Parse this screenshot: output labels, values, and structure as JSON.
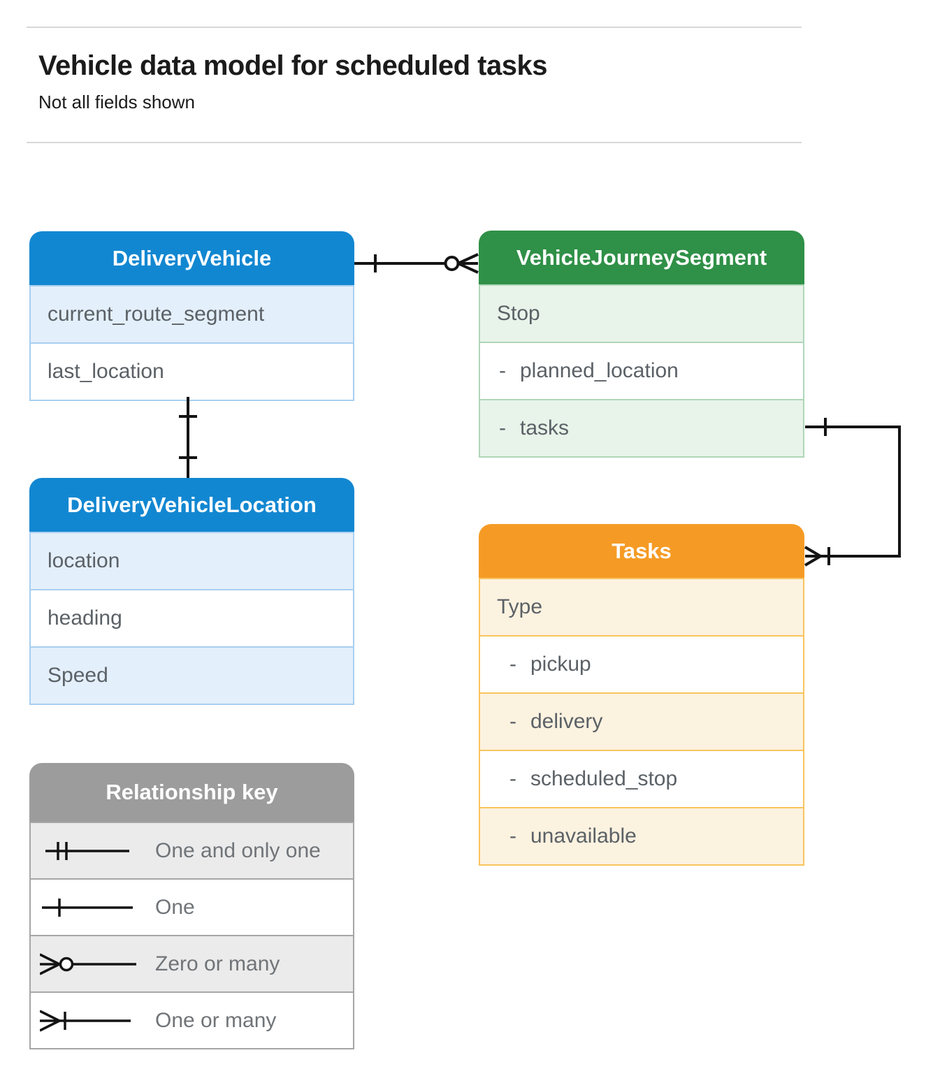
{
  "page": {
    "title": "Vehicle data model for scheduled tasks",
    "subtitle": "Not all fields shown"
  },
  "entities": [
    {
      "name": "DeliveryVehicle",
      "theme": "blue",
      "fields": [
        {
          "bullet": "",
          "label": "current_route_segment"
        },
        {
          "bullet": "",
          "label": "last_location"
        }
      ]
    },
    {
      "name": "VehicleJourneySegment",
      "theme": "green",
      "fields": [
        {
          "bullet": "",
          "label": "Stop"
        },
        {
          "bullet": "-",
          "label": "planned_location"
        },
        {
          "bullet": "-",
          "label": "tasks"
        }
      ]
    },
    {
      "name": "DeliveryVehicleLocation",
      "theme": "blue",
      "fields": [
        {
          "bullet": "",
          "label": "location"
        },
        {
          "bullet": "",
          "label": "heading"
        },
        {
          "bullet": "",
          "label": "Speed"
        }
      ]
    },
    {
      "name": "Tasks",
      "theme": "orange",
      "fields": [
        {
          "bullet": "",
          "label": "Type"
        },
        {
          "bullet": "-",
          "label": "pickup"
        },
        {
          "bullet": "-",
          "label": "delivery"
        },
        {
          "bullet": "-",
          "label": "scheduled_stop"
        },
        {
          "bullet": "-",
          "label": "unavailable"
        }
      ]
    }
  ],
  "relationships": [
    {
      "from": "DeliveryVehicle",
      "to": "VehicleJourneySegment",
      "from_cardinality": "one",
      "to_cardinality": "zero-or-many"
    },
    {
      "from": "DeliveryVehicle",
      "to": "DeliveryVehicleLocation",
      "from_cardinality": "one",
      "to_cardinality": "one"
    },
    {
      "from": "VehicleJourneySegment.tasks",
      "to": "Tasks",
      "from_cardinality": "one",
      "to_cardinality": "one-or-many"
    }
  ],
  "legend": {
    "title": "Relationship key",
    "items": [
      {
        "symbol": "one-and-only-one",
        "label": "One and only one"
      },
      {
        "symbol": "one",
        "label": "One"
      },
      {
        "symbol": "zero-or-many",
        "label": "Zero or many"
      },
      {
        "symbol": "one-or-many",
        "label": "One or many"
      }
    ]
  },
  "colors": {
    "blue_header": "#1287d1",
    "blue_tint": "#e3effb",
    "blue_border": "#a8cff0",
    "green_header": "#2f9047",
    "green_tint": "#e8f3ea",
    "green_border": "#afd6b8",
    "orange_header": "#f59b25",
    "orange_tint": "#fcf2e0",
    "orange_border": "#f8c45e",
    "gray_header": "#9c9c9c",
    "gray_tint": "#ebebeb",
    "gray_border": "#a6a6a6",
    "row_text": "#5b6166",
    "legend_text": "#707478",
    "title_text": "#1b1b1b",
    "connector": "#141414",
    "divider": "#d8d8d8"
  }
}
